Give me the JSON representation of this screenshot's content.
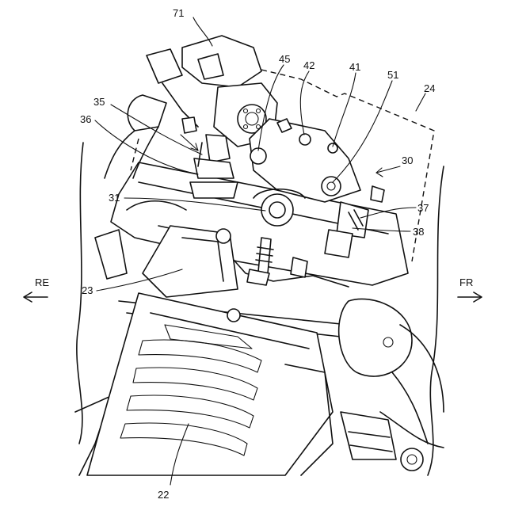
{
  "labels": {
    "l71": "71",
    "l45": "45",
    "l42": "42",
    "l41": "41",
    "l51": "51",
    "l24": "24",
    "l35": "35",
    "l36": "36",
    "l30": "30",
    "l31": "31",
    "l37": "37",
    "l38": "38",
    "l23": "23",
    "l22": "22"
  },
  "directions": {
    "rear": "RE",
    "front": "FR"
  }
}
